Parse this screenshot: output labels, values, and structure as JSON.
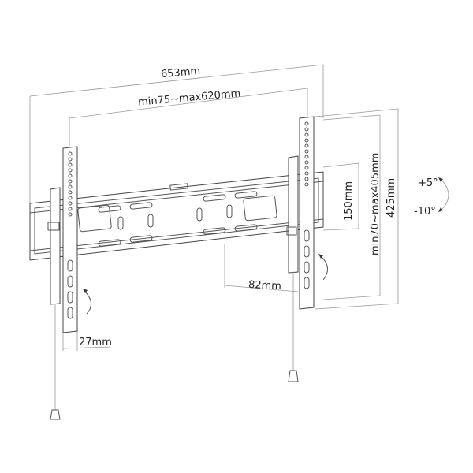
{
  "diagram": {
    "subject": "Fixed/tilting TV wall mount bracket",
    "dimensions": {
      "overall_width": "653mm",
      "vesa_horizontal": "min75~max620mm",
      "wall_plate_height": "150mm",
      "vesa_vertical": "min70~max405mm",
      "overall_height": "425mm",
      "wall_distance": "82mm",
      "bracket_width": "27mm"
    },
    "tilt": {
      "up": "+5°",
      "down": "-10°"
    },
    "colors": {
      "line": "#555555",
      "text": "#222222",
      "background": "#ffffff"
    }
  }
}
